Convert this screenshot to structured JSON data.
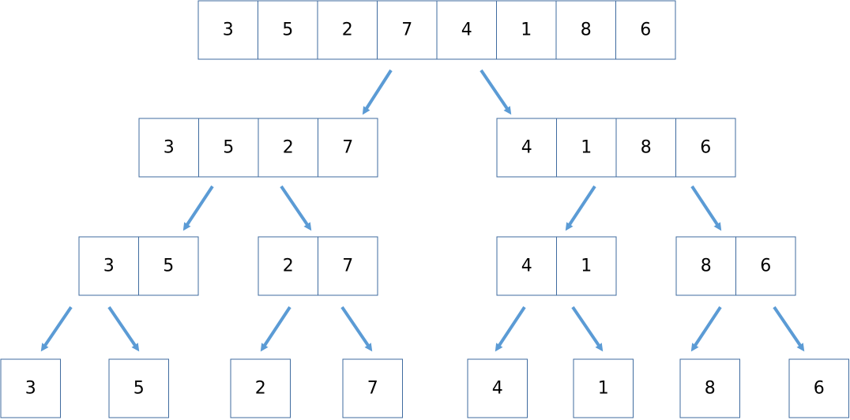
{
  "levels": [
    [
      [
        "3",
        "5",
        "2",
        "7",
        "4",
        "1",
        "8",
        "6"
      ]
    ],
    [
      [
        "3",
        "5",
        "2",
        "7"
      ],
      [
        "4",
        "1",
        "8",
        "6"
      ]
    ],
    [
      [
        "3",
        "5"
      ],
      [
        "2",
        "7"
      ],
      [
        "4",
        "1"
      ],
      [
        "8",
        "6"
      ]
    ],
    [
      [
        "3"
      ],
      [
        "5"
      ],
      [
        "2"
      ],
      [
        "7"
      ],
      [
        "4"
      ],
      [
        "1"
      ],
      [
        "8"
      ],
      [
        "6"
      ]
    ]
  ],
  "colors": {
    "arrow": "#5b9bd5",
    "box_border": "#3f6b9f",
    "text": "#000000"
  }
}
